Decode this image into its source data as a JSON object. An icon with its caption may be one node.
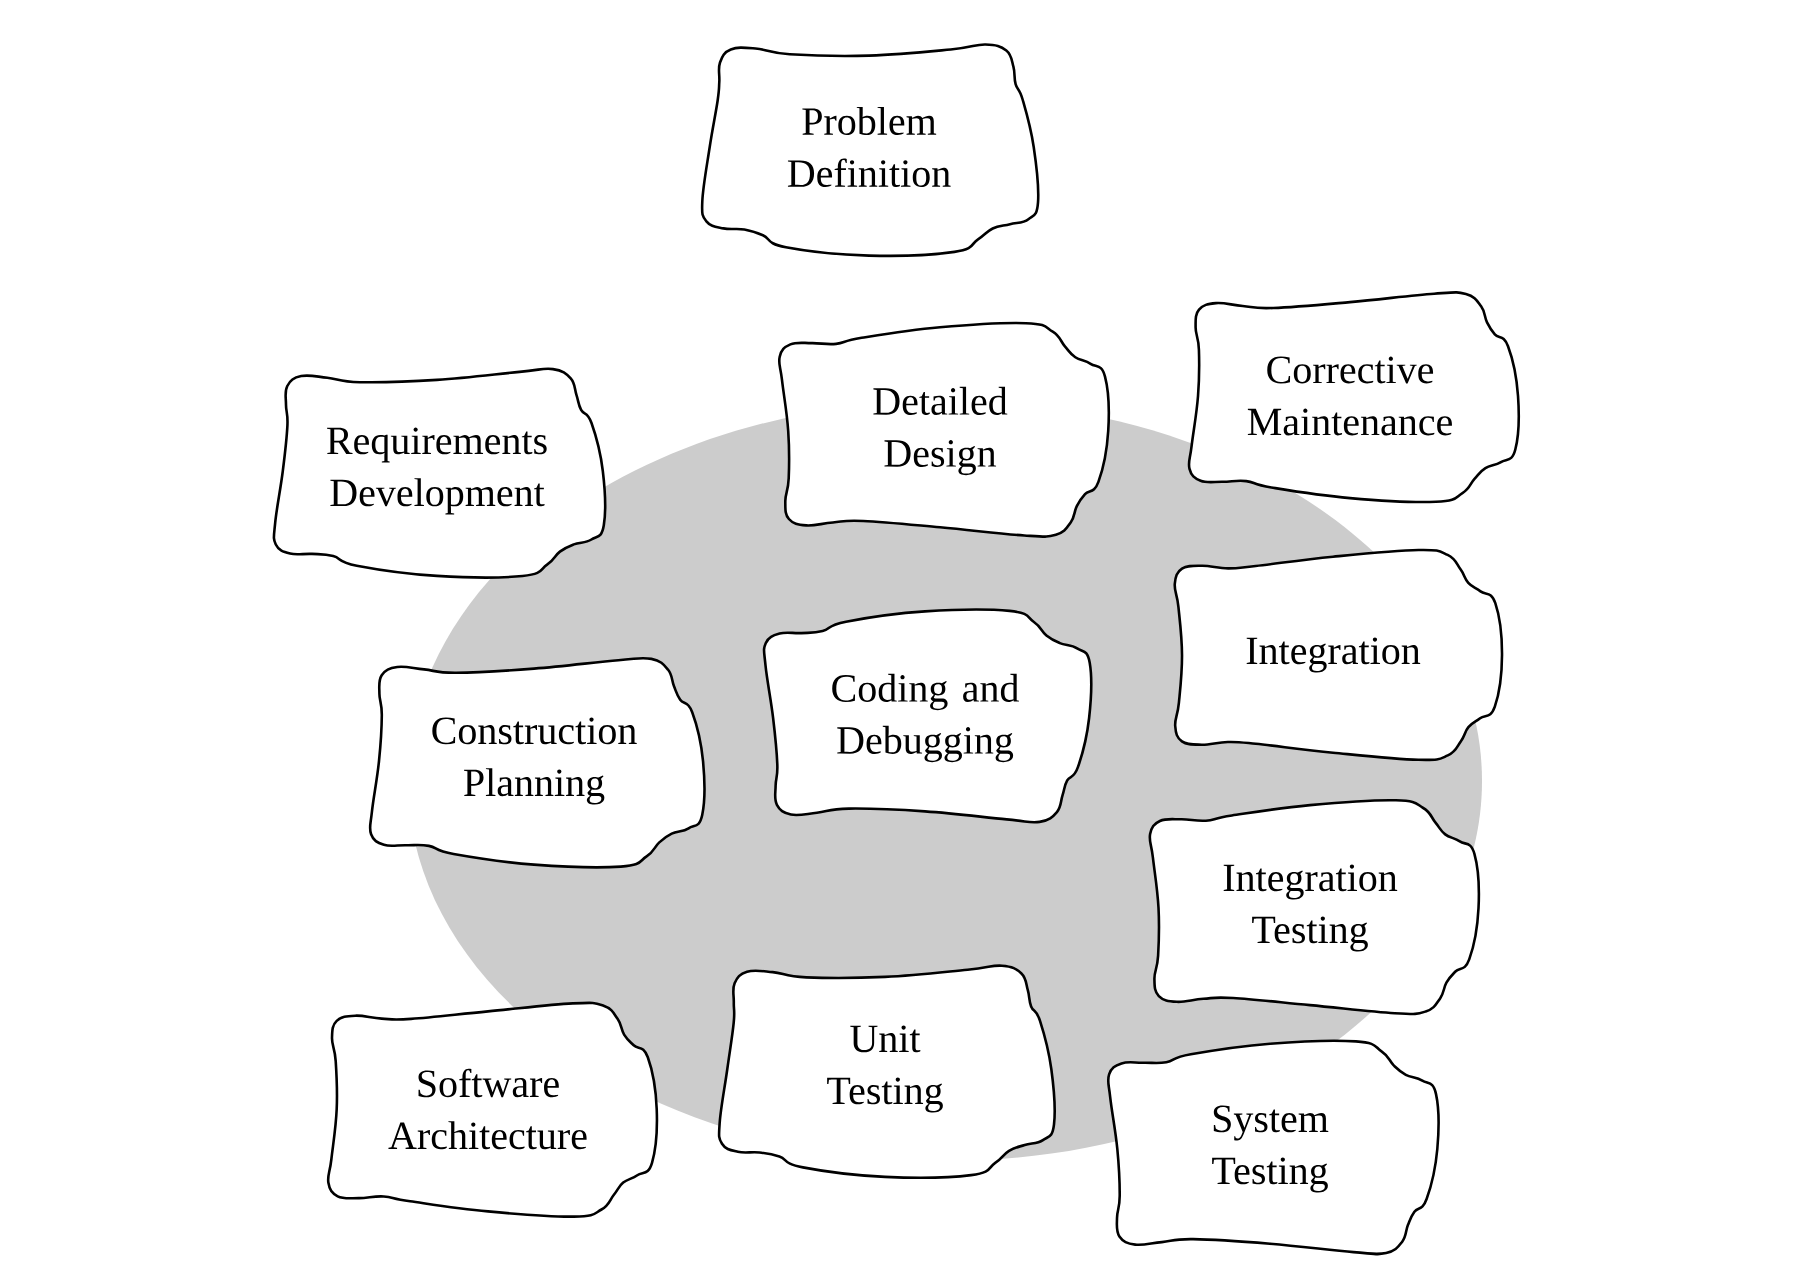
{
  "diagram": {
    "nodes": [
      {
        "text": [
          "Problem Definition"
        ]
      },
      {
        "text": [
          "Corrective Maintenance"
        ]
      },
      {
        "text": [
          "Detailed Design"
        ]
      },
      {
        "text": [
          "Requirements Development"
        ]
      },
      {
        "text": [
          "Integration"
        ]
      },
      {
        "text": [
          "Coding and Debugging"
        ]
      },
      {
        "text": [
          "Construction Planning"
        ]
      },
      {
        "text": [
          "Integration Testing"
        ]
      },
      {
        "text": [
          "Unit Testing"
        ]
      },
      {
        "text": [
          "Software Architecture"
        ]
      },
      {
        "text": [
          "System Testing"
        ]
      }
    ]
  }
}
